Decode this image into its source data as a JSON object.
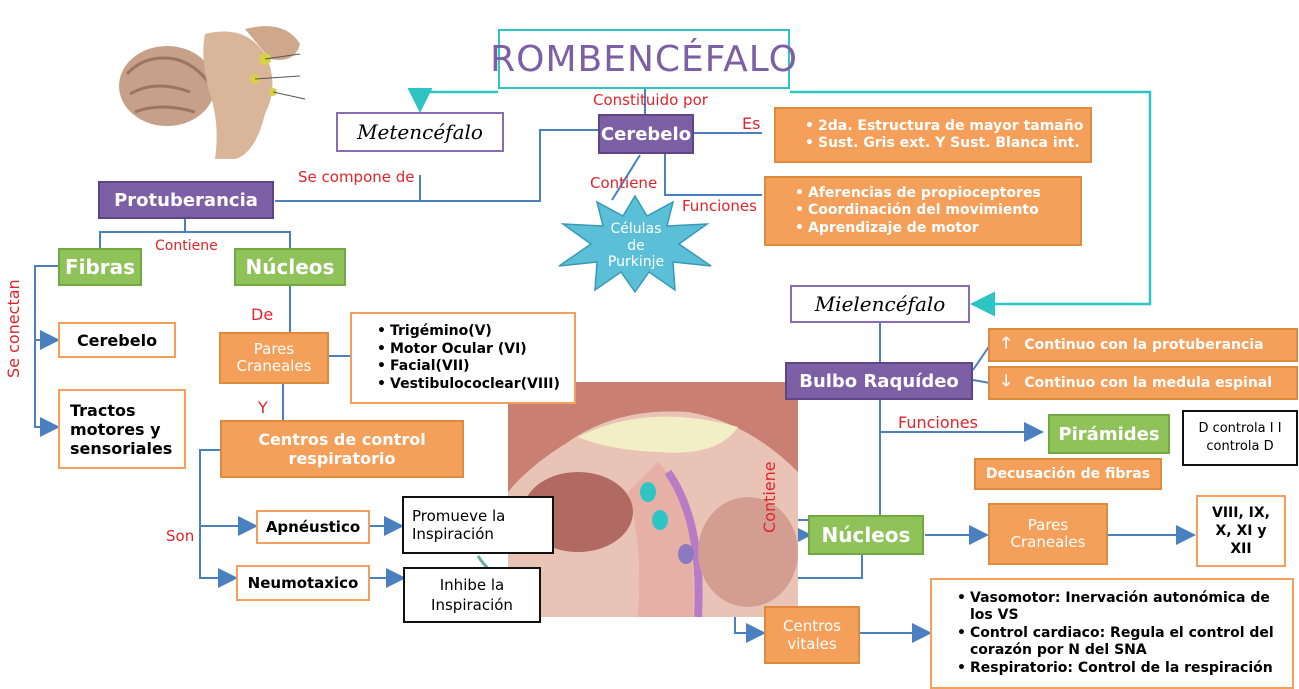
{
  "title": "ROMBENCÉFALO",
  "labels": {
    "constituido_por": "Constituido por",
    "se_compone_de": "Se compone de",
    "es": "Es",
    "contiene_cerebelo": "Contiene",
    "funciones_cerebelo": "Funciones",
    "contiene_protuberancia": "Contiene",
    "se_conectan": "Se conectan",
    "de": "De",
    "y": "Y",
    "son": "Son",
    "funciones_bulbo": "Funciones",
    "contiene_bulbo": "Contiene"
  },
  "metencefalo": "Metencéfalo",
  "cerebelo": {
    "label": "Cerebelo",
    "es_items": [
      "2da. Estructura de mayor tamaño",
      "Sust. Gris ext. Y Sust. Blanca int."
    ],
    "funciones_items": [
      "Aferencias de propioceptores",
      "Coordinación del movimiento",
      "Aprendizaje de motor"
    ],
    "star": "Células de Purkinje"
  },
  "protuberancia": {
    "label": "Protuberancia",
    "fibras": "Fibras",
    "nucleos": "Núcleos",
    "conexiones": [
      "Cerebelo",
      "Tractos motores y sensoriales"
    ],
    "pares": "Pares Craneales",
    "pares_items": [
      "Trigémino(V)",
      "Motor Ocular (VI)",
      "Facial(VII)",
      "Vestibulococlear(VIII)"
    ],
    "centros": "Centros de control respiratorio",
    "apneustico": "Apnéustico",
    "apneustico_desc": "Promueve la Inspiración",
    "neumotaxico": "Neumotaxico",
    "neumotaxico_desc": "Inhibe la Inspiración"
  },
  "mielencefalo": "Mielencéfalo",
  "bulbo": {
    "label": "Bulbo Raquídeo",
    "arriba": "Continuo con la protuberancia",
    "abajo": "Continuo con la medula espinal",
    "piramides": "Pirámides",
    "piramides_desc": "D controla I I controla D",
    "decusacion": "Decusación de fibras",
    "nucleos": "Núcleos",
    "pares": "Pares Craneales",
    "pares_desc": "VIII, IX, X, XI y XII",
    "centros": "Centros vitales",
    "centros_items": [
      "Vasomotor: Inervación autonómica de los VS",
      "Control cardiaco: Regula el control del corazón por N del SNA",
      "Respiratorio: Control de la respiración"
    ]
  },
  "colors": {
    "purple": "#7d5fa5",
    "green": "#8fc35a",
    "orange": "#f5a05a",
    "teal_arrow": "#2ec4c4",
    "connector": "#4a7fc0",
    "label_red": "#e0242c"
  },
  "illustrations": [
    "brainstem-illustration",
    "brain-sagittal-illustration"
  ]
}
